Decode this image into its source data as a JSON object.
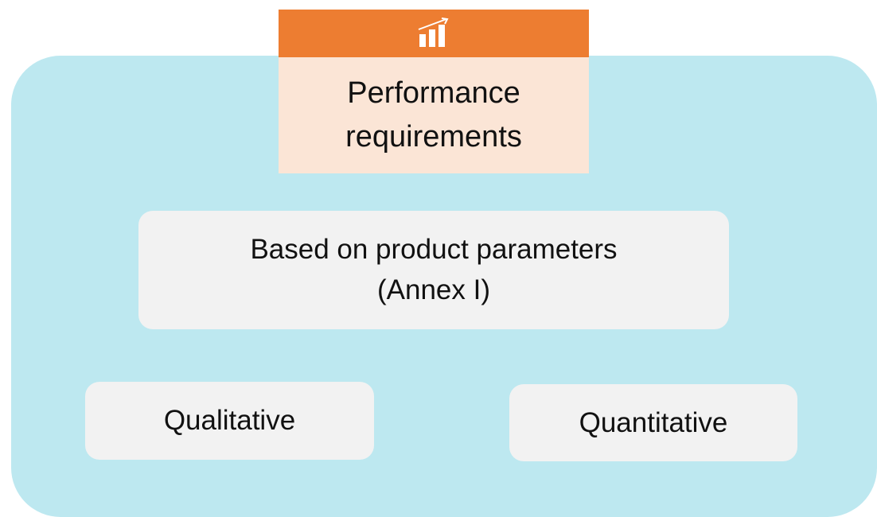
{
  "header": {
    "icon": "bar-chart-growth-icon",
    "title_line1": "Performance",
    "title_line2": "requirements"
  },
  "main_box": {
    "line1": "Based on product parameters",
    "line2": "(Annex I)"
  },
  "categories": [
    {
      "label": "Qualitative"
    },
    {
      "label": "Quantitative"
    }
  ],
  "colors": {
    "panel": "#bde8f0",
    "header_bar": "#ed7d31",
    "header_card": "#fbe5d6",
    "box": "#f2f2f2"
  }
}
